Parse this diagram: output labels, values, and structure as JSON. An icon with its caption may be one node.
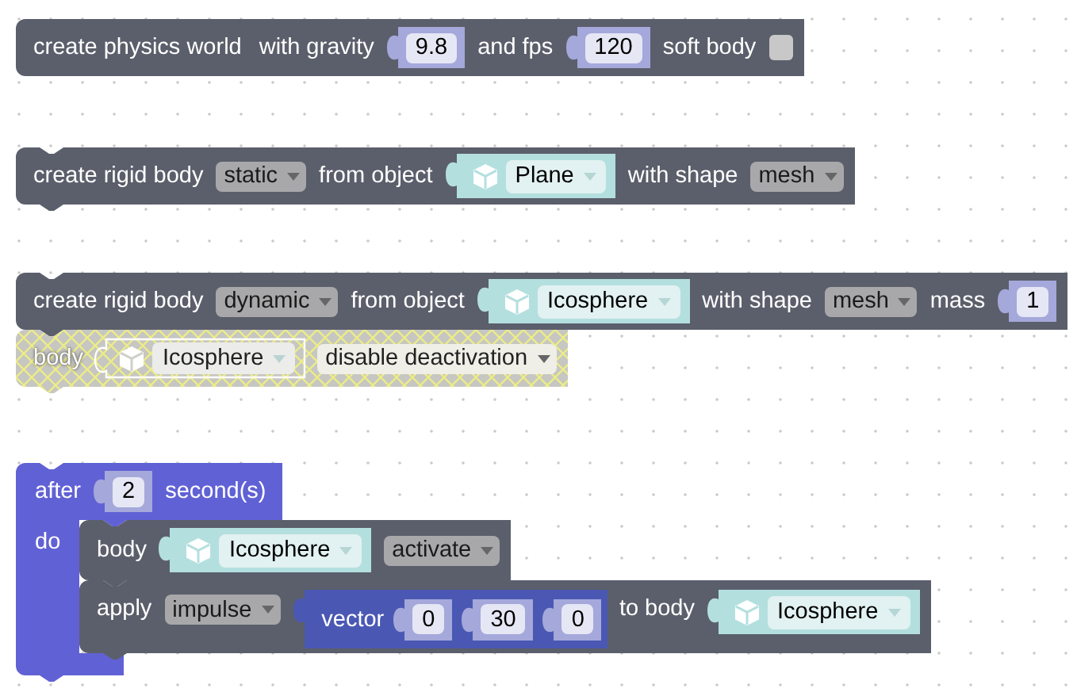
{
  "diagram": {
    "nodes": [
      {
        "text": [
          "create physics world",
          "with gravity",
          "and fps",
          "soft body"
        ]
      },
      {
        "text": [
          "9.8"
        ],
        "in": 0
      },
      {
        "text": [
          "120"
        ],
        "in": 0
      },
      {
        "text": [
          "create rigid body",
          "static",
          "from object",
          "with shape",
          "mesh"
        ]
      },
      {
        "text": [
          "Plane"
        ],
        "in": 3
      },
      {
        "text": [
          "create rigid body",
          "dynamic",
          "from object",
          "with shape",
          "mesh",
          "mass"
        ]
      },
      {
        "text": [
          "Icosphere"
        ],
        "in": 5
      },
      {
        "text": [
          "1"
        ],
        "in": 5
      },
      {
        "text": [
          "body",
          "disable deactivation"
        ]
      },
      {
        "text": [
          "Icosphere"
        ],
        "in": 8
      },
      {
        "text": [
          "after",
          "second(s)",
          "do"
        ]
      },
      {
        "text": [
          "2"
        ],
        "in": 10
      },
      {
        "text": [
          "body",
          "activate"
        ]
      },
      {
        "text": [
          "Icosphere"
        ],
        "in": 12
      },
      {
        "text": [
          "apply",
          "impulse",
          "to body"
        ]
      },
      {
        "text": [
          "vector"
        ],
        "in": 14
      },
      {
        "text": [
          "0"
        ],
        "in": 15
      },
      {
        "text": [
          "30"
        ],
        "in": 15
      },
      {
        "text": [
          "0"
        ],
        "in": 15
      },
      {
        "text": [
          "Icosphere"
        ],
        "in": 14
      }
    ]
  }
}
